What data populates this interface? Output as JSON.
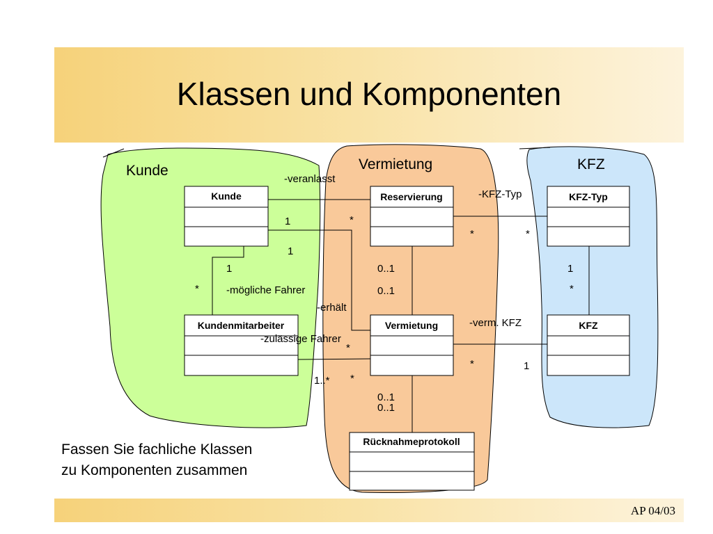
{
  "slide": {
    "title": "Klassen und Komponenten",
    "footer": "AP 04/03",
    "caption_line1": "Fassen Sie fachliche Klassen",
    "caption_line2": "zu Komponenten zusammen"
  },
  "components": {
    "kunde": {
      "label": "Kunde",
      "color": "#ccff99"
    },
    "vermietung": {
      "label": "Vermietung",
      "color": "#f9c99a"
    },
    "kfz": {
      "label": "KFZ",
      "color": "#cce6fa"
    }
  },
  "classes": {
    "kunde": "Kunde",
    "reservierung": "Reservierung",
    "kfz_typ": "KFZ-Typ",
    "kundenmitarbeiter": "Kundenmitarbeiter",
    "vermietung": "Vermietung",
    "kfz": "KFZ",
    "ruecknahmeprotokoll": "Rücknahmeprotokoll"
  },
  "labels": {
    "veranlasst": "-veranlasst",
    "kfz_typ_role": "-KFZ-Typ",
    "moegliche_fahrer": "-mögliche Fahrer",
    "erhaelt": "-erhält",
    "verm_kfz": "-verm. KFZ",
    "zulaessige_fahrer": "-zulässige Fahrer"
  },
  "multiplicities": {
    "m1": "1",
    "m2": "*",
    "m3": "1",
    "m4": "*",
    "m5": "*",
    "m6": "1",
    "m7": "*",
    "m8": "0..1",
    "m9": "0..1",
    "m10": "1",
    "m11": "*",
    "m12": "*",
    "m13": "*",
    "m14": "1",
    "m15": "1..*",
    "m16": "*",
    "m17": "0..1",
    "m18": "0..1"
  }
}
